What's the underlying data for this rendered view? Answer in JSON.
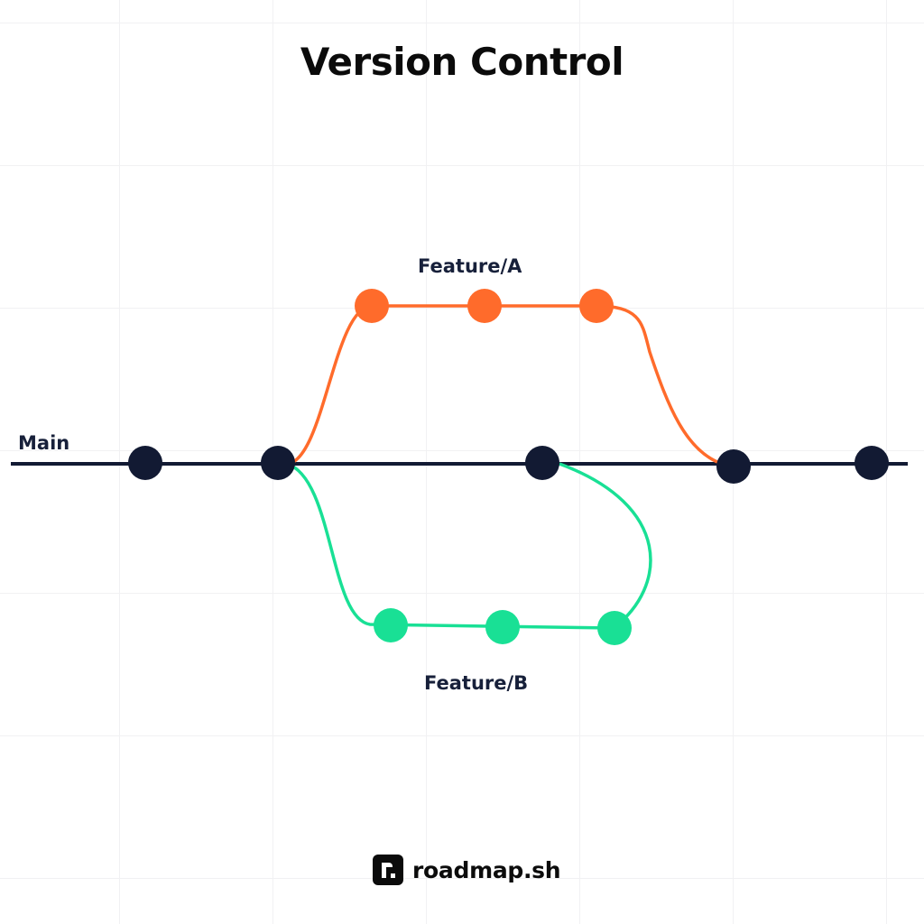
{
  "title": "Version Control",
  "branches": {
    "main": {
      "label": "Main",
      "color": "#121a33",
      "commits": 5
    },
    "feature_a": {
      "label": "Feature/A",
      "color": "#ff6b2b",
      "commits": 3
    },
    "feature_b": {
      "label": "Feature/B",
      "color": "#19e095",
      "commits": 3
    }
  },
  "brand": {
    "logo_icon": "roadmap-logo-icon",
    "text": "roadmap.sh"
  }
}
